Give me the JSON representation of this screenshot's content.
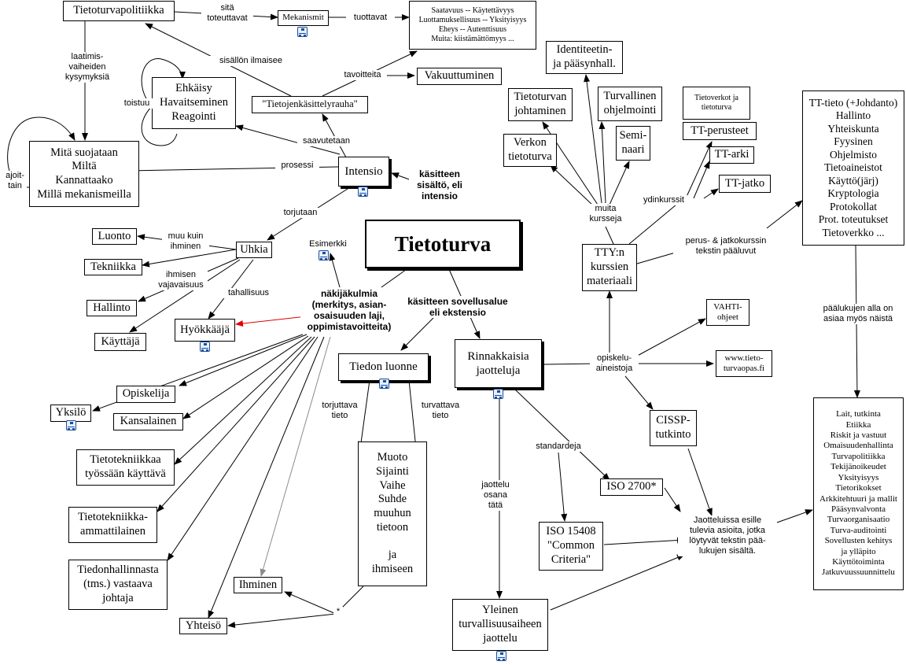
{
  "title": "Tietoturva",
  "nodes": {
    "tietoturvapolitiikka": "Tietoturvapolitiikka",
    "mekanismit": "Mekanismit",
    "saatavuus": "Saatavuus -- Käytettävyys\nLuottamuksellisuus -- Yksityisyys\nEheys -- Autenttisuus\nMuita: kiistämättömyys ...",
    "vakuuttuminen": "Vakuuttuminen",
    "ehkaisy": "Ehkäisy\nHavaitseminen\nReagointi",
    "rauha": "\"Tietojenkäsittelyrauha\"",
    "mita": "Mitä suojataan\nMiltä\nKannattaako\nMillä mekanismeilla",
    "intensio": "Intensio",
    "tietoturva": "Tietoturva",
    "luonto": "Luonto",
    "tekniikka": "Tekniikka",
    "uhkia": "Uhkia",
    "hallinto": "Hallinto",
    "kayttaja": "Käyttäjä",
    "hyokkaaja": "Hyökkääjä",
    "tiedon_luonne": "Tiedon luonne",
    "rinnakkaisia": "Rinnakkaisia\njaotteluja",
    "opiskelija": "Opiskelija",
    "yksilo": "Yksilö",
    "kansalainen": "Kansalainen",
    "tt_kayttava": "Tietotekniikkaa\ntyössään käyttävä",
    "tt_ammattilainen": "Tietotekniikka-\nammattilainen",
    "tiedonhallinnasta": "Tiedonhallinnasta\n(tms.) vastaava\njohtaja",
    "ihminen": "Ihminen",
    "yhteiso": "Yhteisö",
    "muoto": "Muoto\nSijainti\nVaihe\nSuhde\nmuuhun\ntietoon\n\nja\nihmiseen",
    "iso2700": "ISO 2700*",
    "iso15408": "ISO 15408\n\"Common\nCriteria\"",
    "yleinen": "Yleinen\nturvallisuusaiheen\njaottelu",
    "cissp": "CISSP-\ntutkinto",
    "vahti": "VAHTI-\nohjeet",
    "www": "www.tieto-\nturvaopas.fi",
    "tty": "TTY:n\nkurssien\nmateriaali",
    "identiteetin": "Identiteetin-\nja pääsynhall.",
    "tt_johtaminen": "Tietoturvan\njohtaminen",
    "turvallinen_ohj": "Turvallinen\nohjelmointi",
    "seminaari": "Semi-\nnaari",
    "verkon": "Verkon\ntietoturva",
    "tietoverkot": "Tietoverkot ja\ntietoturva",
    "tt_perusteet": "TT-perusteet",
    "tt_arki": "TT-arki",
    "tt_jatko": "TT-jatko",
    "tt_tieto_list": "TT-tieto (+Johdanto)\nHallinto\nYhteiskunta\nFyysinen\nOhjelmisto\nTietoaineistot\nKäyttö(järj)\nKryptologia\nProtokollat\nProt. toteutukset\nTietoverkko ...",
    "lait_list": "Lait, tutkinta\nEtiikka\nRiskit ja vastuut\nOmaisuudenhallinta\nTurvapolitiikka\nTekijänoikeudet\nYksityisyys\nTietorikokset\nArkkitehtuuri ja mallit\nPääsynvalvonta\nTurvaorganisaatio\nTurva-auditointi\nSovellusten kehitys\nja ylläpito\nKäyttötoiminta\nJatkuvuussuunnittelu"
  },
  "labels": {
    "sita_toteuttavat": "sitä\ntoteuttavat",
    "tuottavat": "tuottavat",
    "sisallon_ilmaisee": "sisällön ilmaisee",
    "laatimisvaiheiden": "laatimis-\nvaiheiden\nkysymyksiä",
    "tavoitteita": "tavoitteita",
    "toistuu": "toistuu",
    "saavutetaan": "saavutetaan",
    "prosessi": "prosessi",
    "ajoittain": "ajoit-\ntain",
    "kasitteen_sisalto": "käsitteen\nsisältö, eli\nintensio",
    "torjutaan": "torjutaan",
    "muu_kuin_ihminen": "muu kuin\nihminen",
    "ihmisen_vajavaisuus": "ihmisen\nvajavaisuus",
    "tahallisuus": "tahallisuus",
    "esimerkki": "Esimerkki",
    "nakijakulmia": "näkijäkulmia\n(merkitys, asian-\nosaisuuden laji,\noppimistavoitteita)",
    "kasitteen_sovellusalue": "käsitteen sovellusalue\neli ekstensio",
    "torjuttava_tieto": "torjuttava\ntieto",
    "turvattava_tieto": "turvattava\ntieto",
    "opiskeluaineistoja": "opiskelu-\naineistoja",
    "standardeja": "standardeja",
    "jaottelu_osana": "jaottelu\nosana\ntätä",
    "jaotteluissa": "Jaotteluissa esille\ntulevia asioita, jotka\nlöytyvät tekstin pää-\nlukujen sisältä.",
    "muita_kursseja": "muita\nkursseja",
    "ydinkurssit": "ydinkurssit",
    "perus_jatko": "perus- & jatkokurssin\ntekstin pääluvut",
    "paalukujen": "päälukujen alla on\nasiaa myös näistä",
    "asterisk": "*"
  },
  "colors": {
    "highlight_arrow": "#e00000",
    "gray_arrow": "#8c8c8c",
    "icon": "#1a4f9c"
  }
}
